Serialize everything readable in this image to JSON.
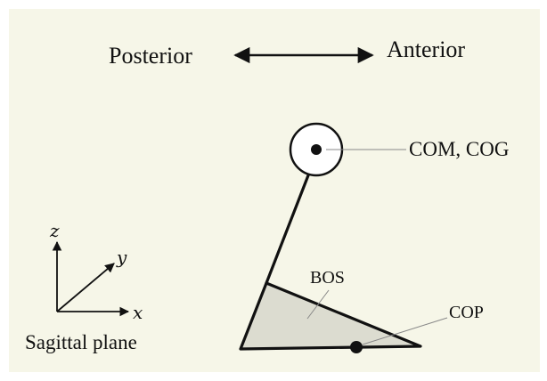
{
  "direction": {
    "left": "Posterior",
    "right": "Anterior"
  },
  "labels": {
    "com": "COM, COG",
    "bos": "BOS",
    "cop": "COP",
    "plane": "Sagittal plane"
  },
  "axes": {
    "x": "x",
    "y": "y",
    "z": "z"
  },
  "colors": {
    "background": "#f6f6e8",
    "ink": "#111111",
    "bos_fill": "#dcdcd0",
    "leader": "#888888"
  }
}
